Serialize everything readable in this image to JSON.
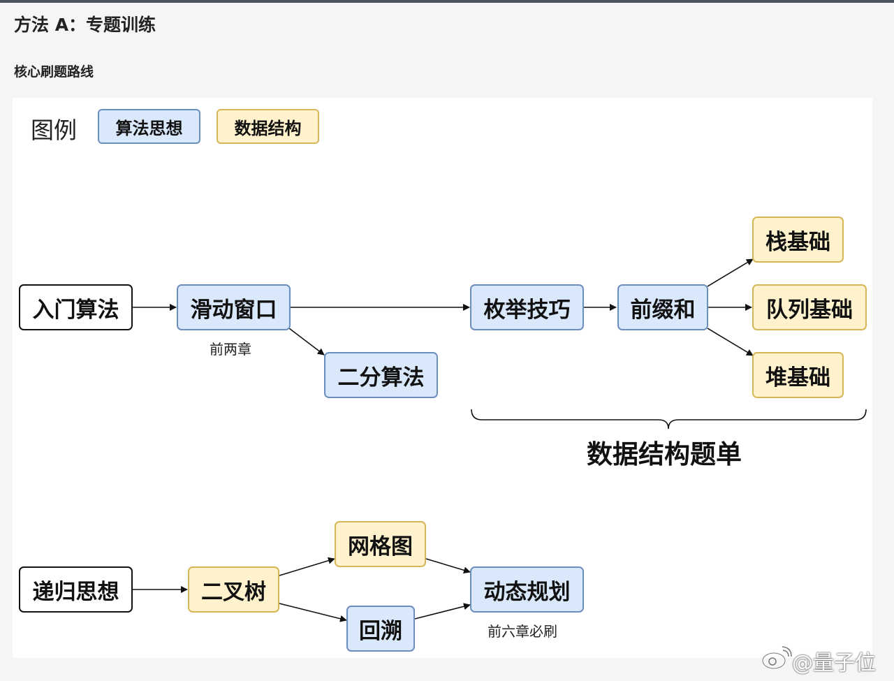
{
  "page": {
    "heading": "方法 A：专题训练",
    "subheading": "核心刷题路线"
  },
  "legend": {
    "title": "图例",
    "algorithm": "算法思想",
    "data_structure": "数据结构"
  },
  "nodes": {
    "intro_algorithms": "入门算法",
    "sliding_window": "滑动窗口",
    "binary_search": "二分算法",
    "enumeration_tricks": "枚举技巧",
    "prefix_sum": "前缀和",
    "stack_basics": "栈基础",
    "queue_basics": "队列基础",
    "heap_basics": "堆基础",
    "recursion": "递归思想",
    "binary_tree": "二叉树",
    "grid_graph": "网格图",
    "backtracking": "回溯",
    "dynamic_programming": "动态规划"
  },
  "annotations": {
    "sliding_window_note": "前两章",
    "dp_note": "前六章必刷",
    "data_structure_group": "数据结构题单"
  },
  "watermark": "@量子位",
  "colors": {
    "algorithm_fill": "#dae8fc",
    "algorithm_border": "#6c8ebf",
    "data_structure_fill": "#fff2cc",
    "data_structure_border": "#d6b656",
    "plain_border": "#111111"
  }
}
